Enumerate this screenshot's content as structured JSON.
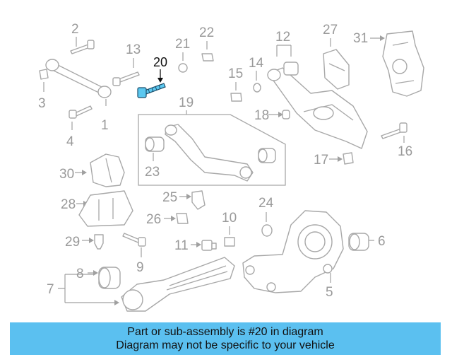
{
  "callouts": {
    "c1": "1",
    "c2": "2",
    "c3": "3",
    "c4": "4",
    "c5": "5",
    "c6": "6",
    "c7": "7",
    "c8": "8",
    "c9": "9",
    "c10": "10",
    "c11": "11",
    "c12": "12",
    "c13": "13",
    "c14": "14",
    "c15": "15",
    "c16": "16",
    "c17": "17",
    "c18": "18",
    "c19": "19",
    "c20": "20",
    "c21": "21",
    "c22": "22",
    "c23": "23",
    "c24": "24",
    "c25": "25",
    "c26": "26",
    "c27": "27",
    "c28": "28",
    "c29": "29",
    "c30": "30",
    "c31": "31"
  },
  "highlight": {
    "part": "20",
    "color": "#5bc8f0"
  },
  "banner": {
    "line1": "Part or sub-assembly is #20 in diagram",
    "line2": "Diagram may not be specific to your vehicle",
    "color": "#5bc0f0"
  }
}
